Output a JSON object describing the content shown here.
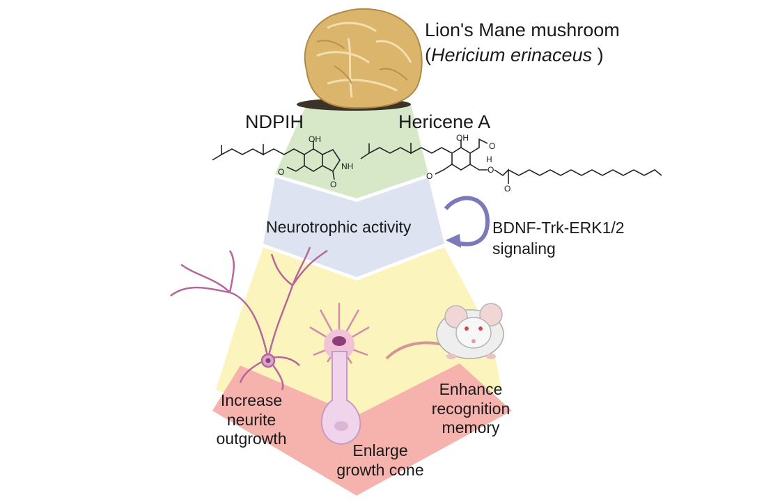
{
  "mushroom": {
    "title": "Lion's Mane mushroom",
    "latin_open": "(",
    "latin": "Hericium erinaceus",
    "latin_close": " )"
  },
  "compounds": {
    "left": "NDPIH",
    "right": "Hericene A"
  },
  "chem_labels": {
    "oh": "OH",
    "nh": "NH",
    "o": "O",
    "h": "H"
  },
  "activity": "Neurotrophic activity",
  "signaling": {
    "line1": "BDNF-Trk-ERK1/2",
    "line2": "signaling"
  },
  "effects": {
    "left": [
      "Increase",
      "neurite",
      "outgrowth"
    ],
    "bottom": [
      "Enlarge",
      "growth cone"
    ],
    "right": [
      "Enhance",
      "recognition",
      "memory"
    ]
  },
  "colors": {
    "green": "#d6e8c8",
    "blue": "#dde3f1",
    "yellow": "#fbf5bd",
    "red": "#f6b2ad",
    "neuron": "#b7669a",
    "arrow": "#7b79b7"
  }
}
